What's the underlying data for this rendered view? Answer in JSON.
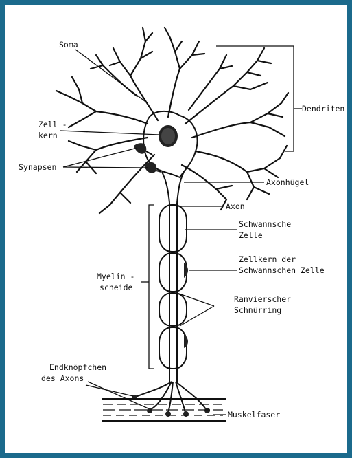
{
  "colors": {
    "frame": "#1b6a8c",
    "ink": "#111111",
    "background": "#ffffff"
  },
  "labels": {
    "soma": "Soma",
    "zellkern_1": "Zell -",
    "zellkern_2": "kern",
    "synapsen": "Synapsen",
    "dendriten": "Dendriten",
    "axonhuegel": "Axonhügel",
    "axon": "Axon",
    "schwann_1": "Schwannsche",
    "schwann_2": "Zelle",
    "zellkern_schwann_1": "Zellkern der",
    "zellkern_schwann_2": "Schwannschen Zelle",
    "myelin_1": "Myelin -",
    "myelin_2": "scheide",
    "ranvier_1": "Ranvierscher",
    "ranvier_2": "Schnürring",
    "endknoepfchen_1": "Endknöpfchen",
    "endknoepfchen_2": "des Axons",
    "muskelfaser": "Muskelfaser"
  }
}
